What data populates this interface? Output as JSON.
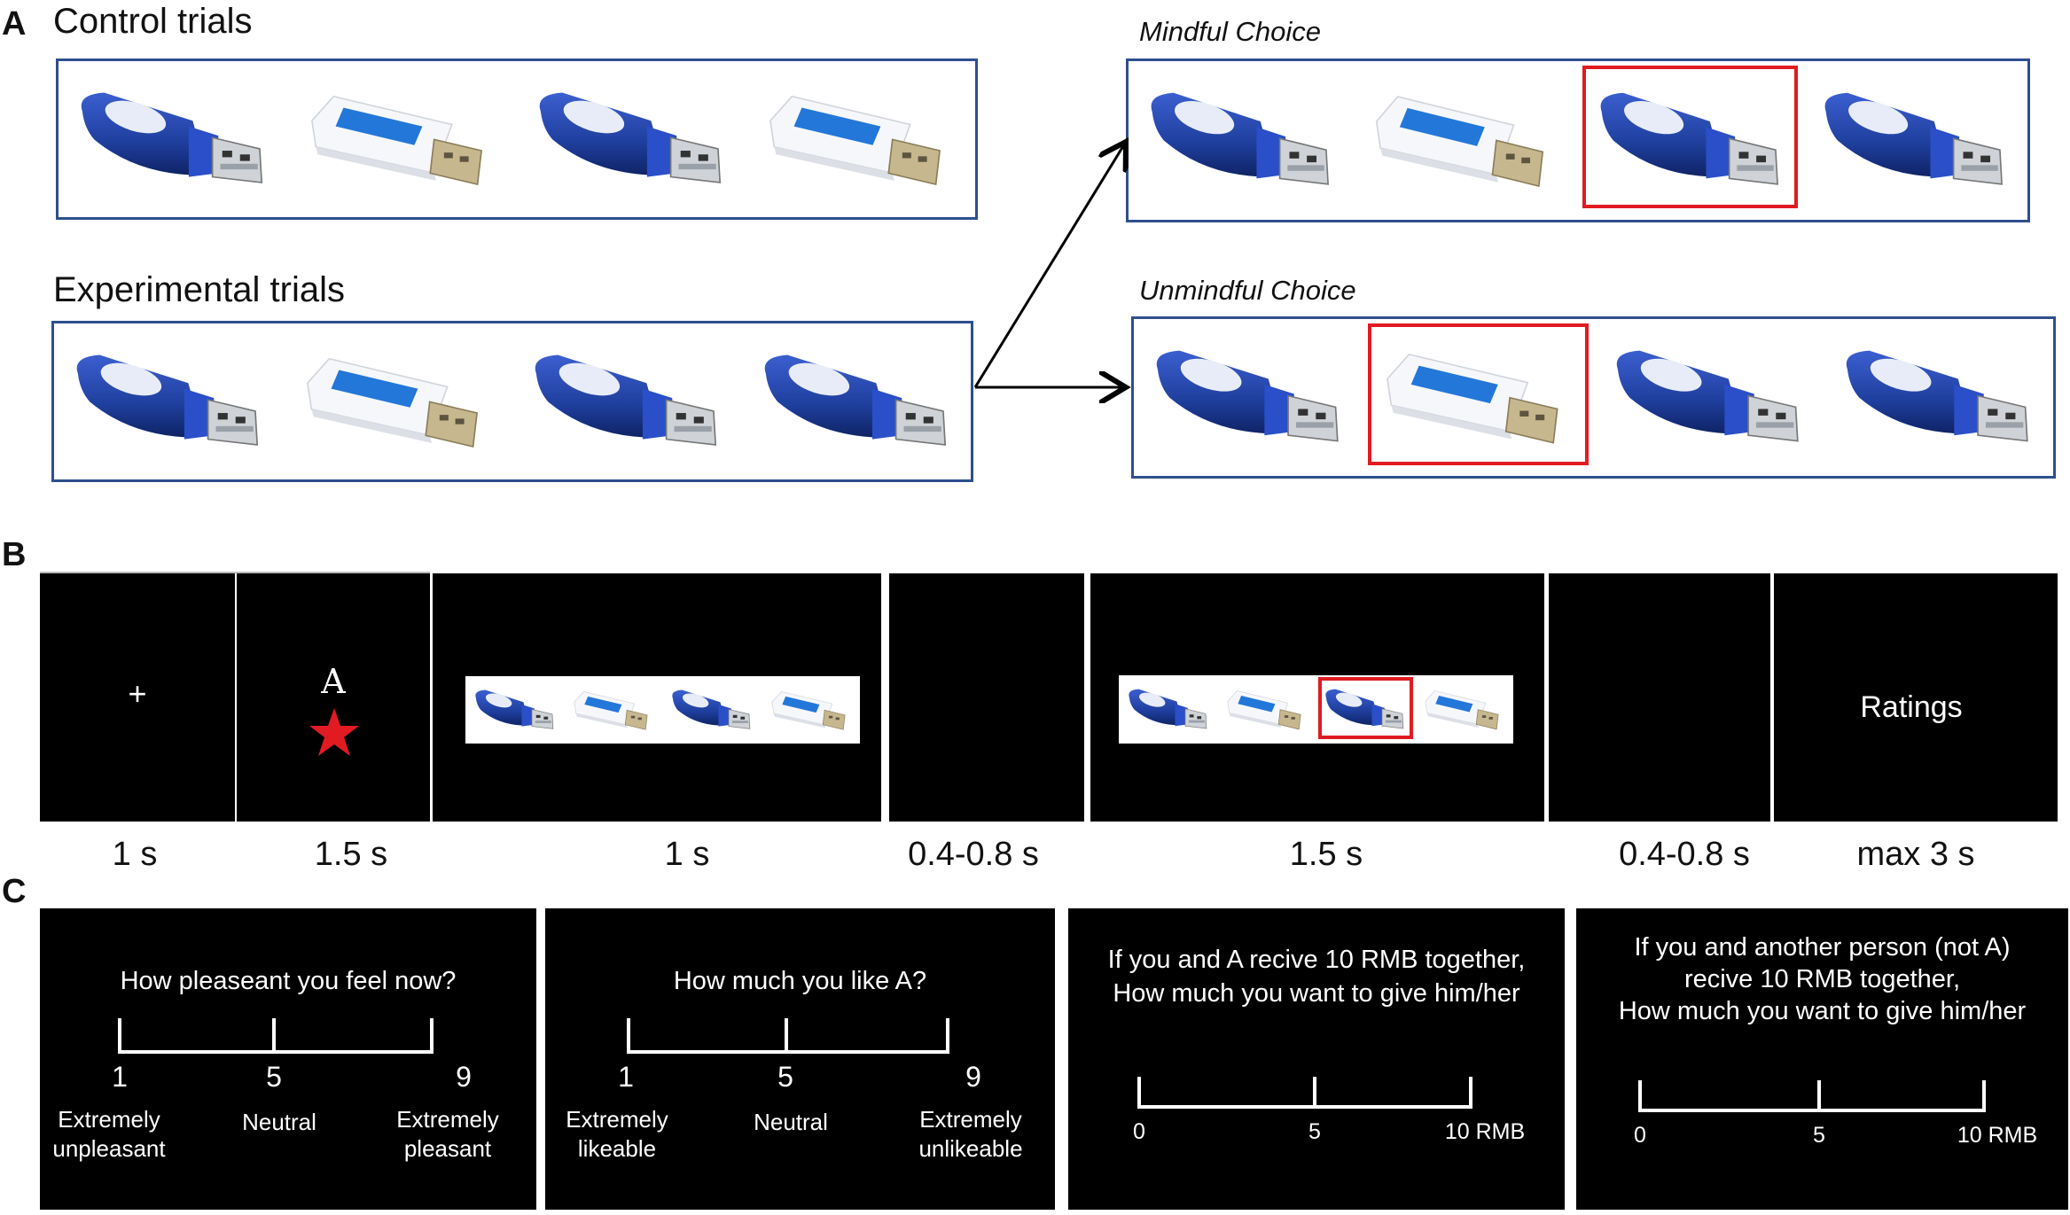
{
  "panels": {
    "a": "A",
    "b": "B",
    "c": "C"
  },
  "panel_a": {
    "control_heading": "Control trials",
    "experimental_heading": "Experimental trials",
    "mindful_heading": "Mindful Choice",
    "unmindful_heading": "Unmindful Choice",
    "control_row": [
      "blue",
      "white",
      "blue",
      "white"
    ],
    "experimental_row": [
      "blue",
      "white",
      "blue",
      "blue"
    ],
    "mindful_row": [
      "blue",
      "white",
      "blue",
      "blue"
    ],
    "mindful_selected_index": 2,
    "unmindful_row": [
      "blue",
      "white",
      "blue",
      "blue"
    ],
    "unmindful_selected_index": 1
  },
  "panel_b": {
    "fixation": "+",
    "cue_letter": "A",
    "cue_symbol": "star-icon",
    "ratings_label": "Ratings",
    "timings": [
      "1 s",
      "1.5 s",
      "1 s",
      "0.4-0.8 s",
      "1.5 s",
      "0.4-0.8 s",
      "max 3 s"
    ]
  },
  "panel_c": {
    "q1": {
      "question": "How pleaseant you feel now?",
      "ticks": [
        "1",
        "5",
        "9"
      ],
      "anchors": [
        "Extremely unpleasant",
        "Neutral",
        "Extremely pleasant"
      ]
    },
    "q2": {
      "question": "How much you like A?",
      "ticks": [
        "1",
        "5",
        "9"
      ],
      "anchors": [
        "Extremely likeable",
        "Neutral",
        "Extremely unlikeable"
      ]
    },
    "q3": {
      "line1": "If you and A recive 10 RMB together,",
      "line2": "How much you want to give him/her",
      "ticks": [
        "0",
        "5",
        "10 RMB"
      ]
    },
    "q4": {
      "line1": "If you and another person (not A)",
      "line2": "recive 10 RMB together,",
      "line3": "How much you want to give him/her",
      "ticks": [
        "0",
        "5",
        "10 RMB"
      ]
    }
  },
  "colors": {
    "usb_blue": "#1f3f9e",
    "frame": "#2e4f8f",
    "highlight": "#e11b22"
  }
}
